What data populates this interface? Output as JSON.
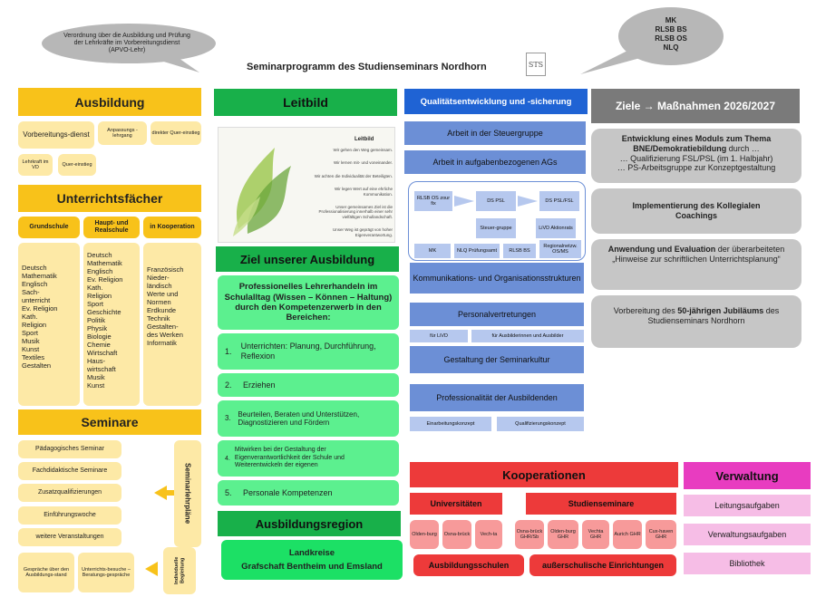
{
  "header": {
    "title": "Seminarprogramm des Studienseminars Nordhorn",
    "logo_text": "STS",
    "bubble_left": "Verordnung über die Ausbildung und Prüfung der Lehrkräfte im Vorbereitungsdienst (APVO-Lehr)",
    "bubble_right": [
      "MK",
      "RLSB BS",
      "RLSB OS",
      "NLQ"
    ]
  },
  "ausbildung": {
    "title": "Ausbildung",
    "items": [
      "Vorbereitungs-dienst",
      "Anpassungs -lehrgang",
      "direkter Quer-einstieg",
      "Lehrkraft im VD",
      "Quer-einstieg"
    ]
  },
  "faecher": {
    "title": "Unterrichtsfächer",
    "columns": [
      {
        "header": "Grundschule",
        "items": [
          "Deutsch",
          "Mathematik",
          "Englisch",
          "Sach-",
          "unterricht",
          "Ev. Religion",
          "Kath.",
          "Religion",
          "Sport",
          "Musik",
          "Kunst",
          "Textiles",
          "Gestalten"
        ]
      },
      {
        "header": "Haupt- und Realschule",
        "items": [
          "Deutsch",
          "Mathematik",
          "Englisch",
          "Ev. Religion",
          "Kath.",
          "Religion",
          "Sport",
          "Geschichte",
          "Politik",
          "Physik",
          "Biologie",
          "Chemie",
          "Wirtschaft",
          "Haus-",
          "wirtschaft",
          "Musik",
          "Kunst"
        ]
      },
      {
        "header": "in Kooperation",
        "items": [
          "Französisch",
          "Nieder-",
          "ländisch",
          "Werte und",
          "Normen",
          "Erdkunde",
          "Technik",
          "Gestalten-",
          "des Werken",
          "Informatik"
        ]
      }
    ]
  },
  "seminare": {
    "title": "Seminare",
    "items": [
      "Pädagogisches Seminar",
      "Fachdidaktische Seminare",
      "Zusatzqualifizierungen",
      "Einführungswoche",
      "weitere Veranstaltungen"
    ],
    "side_label": "Seminarlehrpläne",
    "bottom_items": [
      "Gespräche über den Ausbildungs-stand",
      "Unterrichts-besuche – Beratungs-gespräche"
    ],
    "bottom_side_label": "Individuelle Begleitung"
  },
  "leitbild": {
    "title": "Leitbild",
    "card_title": "Leitbild",
    "card_lines": [
      "Wir gehen den Weg gemeinsam.",
      "Wir lernen mit- und voneinander.",
      "Wir achten die Individualität der Beteiligten.",
      "Wir legen Wert auf eine ehrliche Kommunikation.",
      "Unser gemeinsames Ziel ist die Professionalisierung innerhalb einer sehr vielfältigen Schullandschaft.",
      "Unser Weg ist geprägt von hoher Eigenverantwortung."
    ]
  },
  "ziel": {
    "title": "Ziel unserer Ausbildung",
    "intro": "Professionelles Lehrerhandeln im Schulalltag (Wissen – Können – Haltung) durch den Kompetenzerwerb in den Bereichen:",
    "items": [
      {
        "num": "1.",
        "text": "Unterrichten: Planung, Durchführung, Reflexion"
      },
      {
        "num": "2.",
        "text": "Erziehen"
      },
      {
        "num": "3.",
        "text": "Beurteilen, Beraten und Unterstützen, Diagnostizieren und Fördern"
      },
      {
        "num": "4.",
        "text": "Mitwirken bei der Gestaltung der Eigenverantwortlichkeit der Schule und Weiterentwickeln der eigenen"
      },
      {
        "num": "5.",
        "text": "Personale Kompetenzen"
      }
    ]
  },
  "region": {
    "title": "Ausbildungsregion",
    "line1": "Landkreise",
    "line2": "Grafschaft Bentheim und Emsland"
  },
  "qualitaet": {
    "title": "Qualitätsentwicklung und -sicherung",
    "items": [
      "Arbeit in der Steuergruppe",
      "Arbeit in aufgabenbezogenen AGs"
    ],
    "diagram": {
      "top": [
        "RLSB OS zour fix",
        "DS PSL",
        "DS PSL/FSL"
      ],
      "mid": [
        "Steuer-gruppe",
        "LiVD Aktionrats"
      ],
      "bottom": [
        "MK",
        "NLQ Prüfungsamt",
        "RLSB BS",
        "Regionalnetzw. OS/MS"
      ]
    },
    "kommunikation": "Kommunikations- und Organisationsstrukturen",
    "personal": "Personalvertretungen",
    "personal_sub": [
      "für LiVD",
      "für Ausbilderinnen und Ausbilder"
    ],
    "kultur": "Gestaltung der Seminarkultur",
    "professionalitaet": "Professionalität der Ausbildenden",
    "prof_sub": [
      "Einarbeitungskonzept",
      "Qualifizierungskonzept"
    ]
  },
  "ziele": {
    "title": "Ziele → Maßnahmen 2026/2027",
    "box1_bold": "Entwicklung eines Moduls zum Thema BNE/Demokratiebildung",
    "box1_rest": " durch …",
    "box1_lines": [
      "… Qualifizierung FSL/PSL (im 1. Halbjahr)",
      "… PS-Arbeitsgruppe zur Konzeptgestaltung"
    ],
    "box2": "Implementierung des Kollegialen Coachings",
    "box3_bold": "Anwendung und Evaluation",
    "box3_rest": " der überarbeiteten „Hinweise zur schriftlichen Unterrichtsplanung“",
    "box4_pre": "Vorbereitung des ",
    "box4_bold": "50-jährigen Jubiläums",
    "box4_rest": " des Studienseminars Nordhorn"
  },
  "kooperationen": {
    "title": "Kooperationen",
    "uni_title": "Universitäten",
    "unis": [
      "Olden-burg",
      "Osna-brück",
      "Vech-ta"
    ],
    "sem_title": "Studienseminare",
    "seminare": [
      "Osna-brück GHR/Sb",
      "Olden-burg GHR",
      "Vechta GHR",
      "Aurich GHR",
      "Cux-haven GHR"
    ],
    "schulen": "Ausbildungsschulen",
    "ausser": "außerschulische Einrichtungen"
  },
  "verwaltung": {
    "title": "Verwaltung",
    "items": [
      "Leitungsaufgaben",
      "Verwaltungsaufgaben",
      "Bibliothek"
    ]
  }
}
